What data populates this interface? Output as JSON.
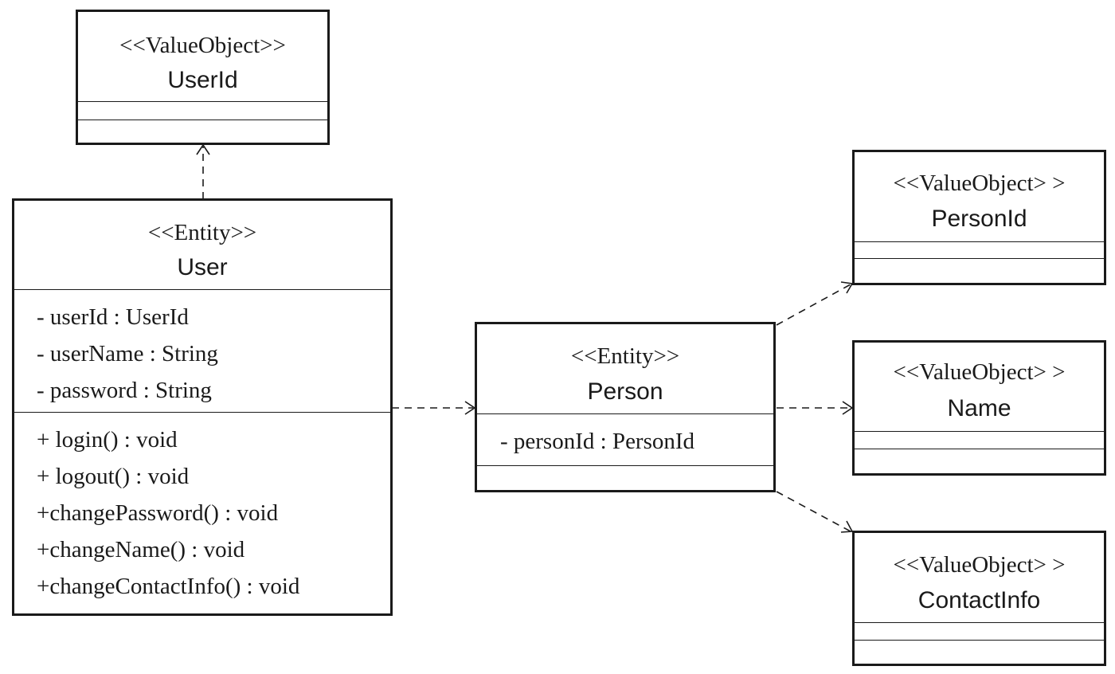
{
  "classes": {
    "userid": {
      "stereotype": "<<ValueObject>>",
      "name": "UserId"
    },
    "user": {
      "stereotype": "<<Entity>>",
      "name": "User",
      "attributes": [
        "- userId : UserId",
        "- userName : String",
        "- password : String"
      ],
      "operations": [
        "+ login() : void",
        "+ logout() : void",
        "+changePassword() : void",
        "+changeName() : void",
        "+changeContactInfo() : void"
      ]
    },
    "person": {
      "stereotype": "<<Entity>>",
      "name": "Person",
      "attributes": [
        "- personId : PersonId"
      ]
    },
    "personid": {
      "stereotype": "<<ValueObject> >",
      "name": "PersonId"
    },
    "name": {
      "stereotype": "<<ValueObject> >",
      "name": "Name"
    },
    "contactinfo": {
      "stereotype": "<<ValueObject> >",
      "name": "ContactInfo"
    }
  },
  "relations": [
    {
      "type": "dependency",
      "from": "User",
      "to": "UserId"
    },
    {
      "type": "dependency",
      "from": "User",
      "to": "Person"
    },
    {
      "type": "dependency",
      "from": "Person",
      "to": "PersonId"
    },
    {
      "type": "dependency",
      "from": "Person",
      "to": "Name"
    },
    {
      "type": "dependency",
      "from": "Person",
      "to": "ContactInfo"
    }
  ],
  "colors": {
    "line": "#1a1a1a",
    "background": "#ffffff"
  }
}
